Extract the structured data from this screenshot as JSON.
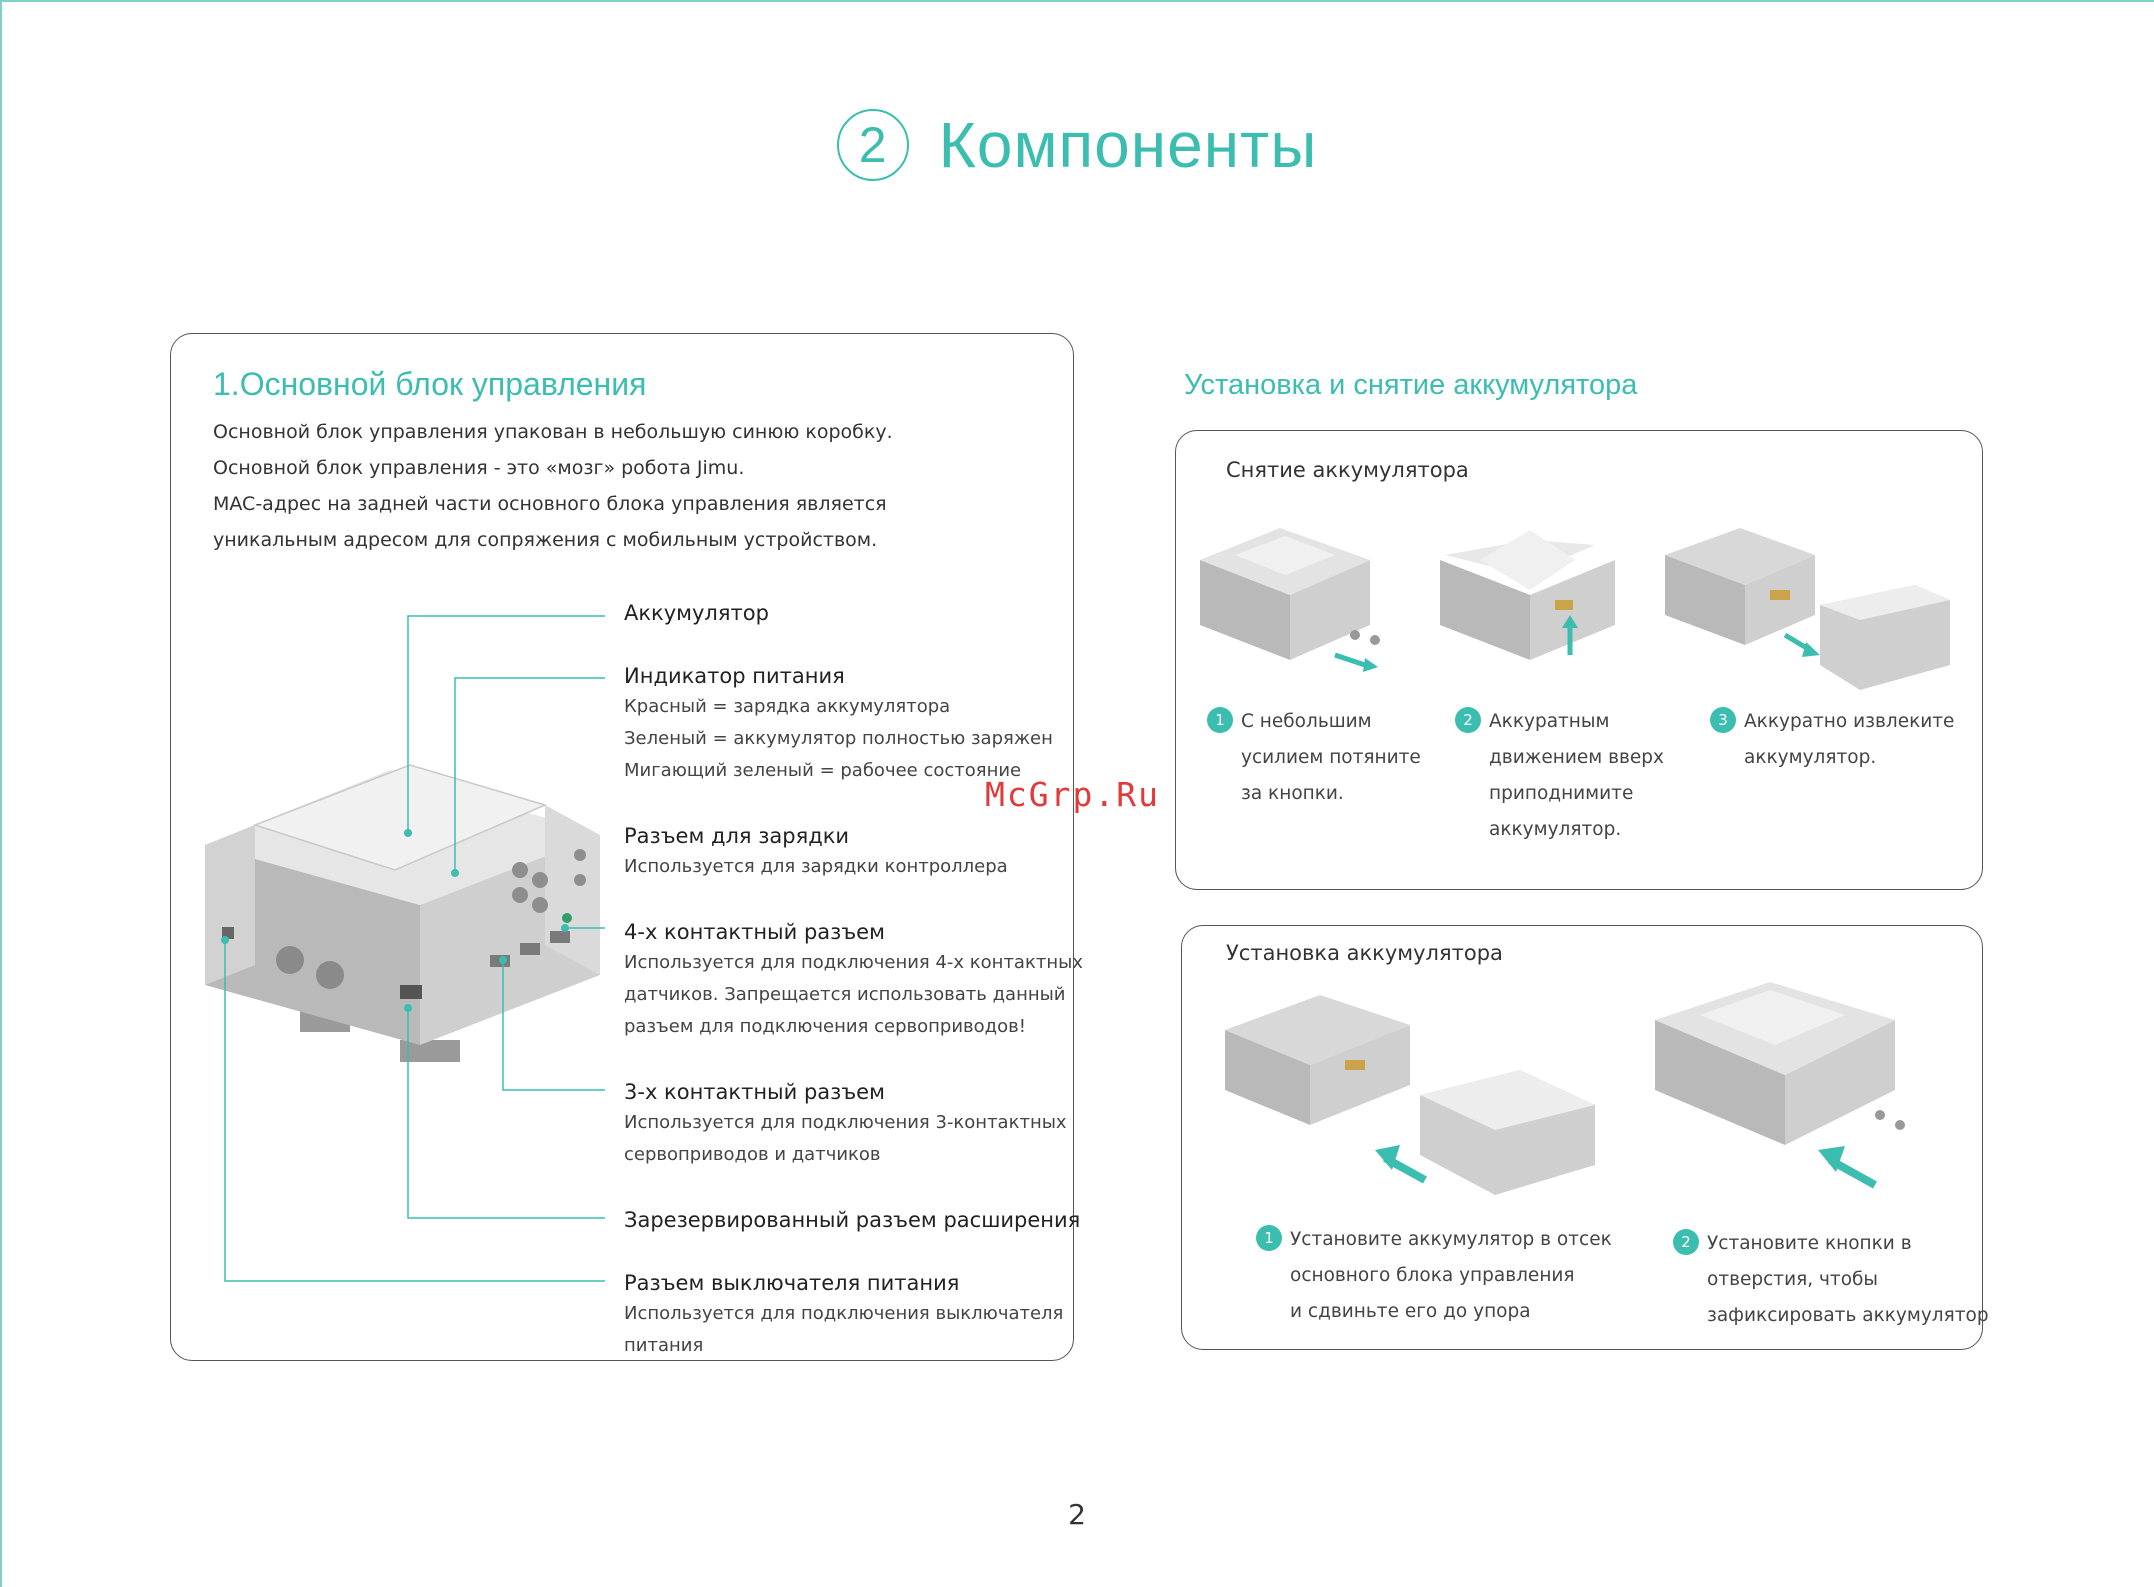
{
  "header": {
    "number": "2",
    "title": "Компоненты"
  },
  "main_unit": {
    "title": "1.Основной блок управления",
    "intro": [
      "Основной блок управления упакован в небольшую синюю коробку.",
      "Основной блок управления - это «мозг» робота Jimu.",
      "MAC-адрес на задней части основного блока управления является",
      "уникальным адресом для сопряжения с мобильным устройством."
    ],
    "labels": [
      {
        "title": "Аккумулятор",
        "desc": []
      },
      {
        "title": "Индикатор питания",
        "desc": [
          "Красный = зарядка аккумулятора",
          "Зеленый = аккумулятор полностью заряжен",
          "Мигающий зеленый = рабочее состояние"
        ]
      },
      {
        "title": "Разъем для зарядки",
        "desc": [
          "Используется для зарядки контроллера"
        ]
      },
      {
        "title": "4-х контактный разъем",
        "desc": [
          "Используется для подключения 4-х контактных",
          "датчиков. Запрещается использовать данный",
          "разъем для подключения сервоприводов!"
        ]
      },
      {
        "title": "3-х контактный разъем",
        "desc": [
          "Используется для подключения 3-контактных",
          "сервоприводов и датчиков"
        ]
      },
      {
        "title": "Зарезервированный разъем расширения",
        "desc": []
      },
      {
        "title": "Разъем выключателя питания",
        "desc": [
          "Используется для подключения выключателя",
          "питания"
        ]
      }
    ]
  },
  "battery": {
    "title": "Установка и снятие аккумулятора",
    "removal": {
      "title": "Снятие аккумулятора",
      "steps": [
        {
          "num": "1",
          "lines": [
            "С небольшим",
            "усилием потяните",
            "за кнопки."
          ]
        },
        {
          "num": "2",
          "lines": [
            "Аккуратным",
            "движением вверх",
            "приподнимите",
            "аккумулятор."
          ]
        },
        {
          "num": "3",
          "lines": [
            "Аккуратно извлеките",
            "аккумулятор."
          ]
        }
      ]
    },
    "install": {
      "title": "Установка аккумулятора",
      "steps": [
        {
          "num": "1",
          "lines": [
            "Установите аккумулятор в отсек",
            "основного блока управления",
            "и сдвиньте его до упора"
          ]
        },
        {
          "num": "2",
          "lines": [
            "Установите кнопки в",
            "отверстия, чтобы",
            "зафиксировать аккумулятор"
          ]
        }
      ]
    }
  },
  "watermark": "McGrp.Ru",
  "page_number": "2",
  "colors": {
    "accent": "#3bbdb0",
    "watermark": "#e03a3a"
  }
}
